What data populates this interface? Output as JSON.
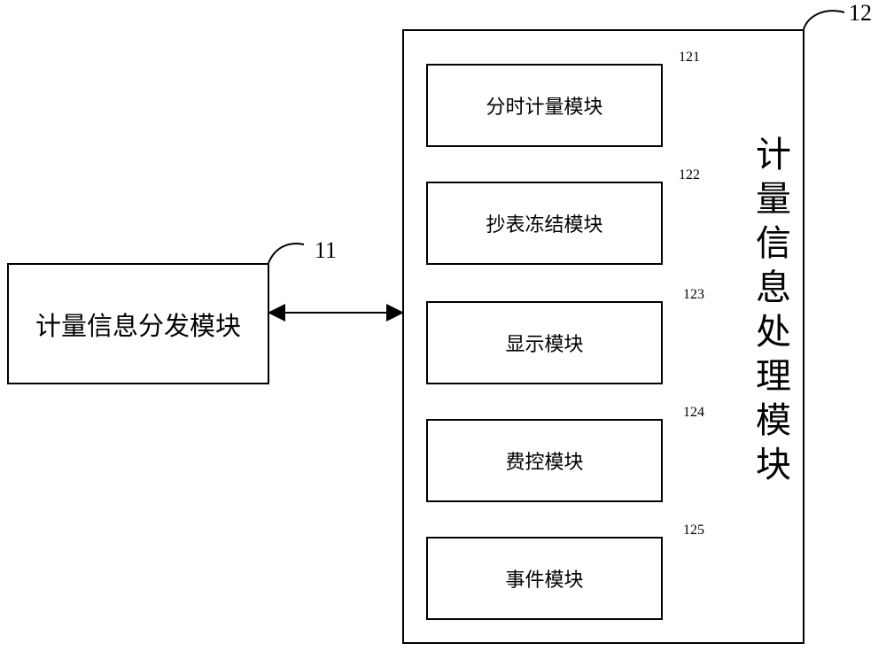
{
  "left_module": {
    "label": "计量信息分发模块",
    "ref": "11"
  },
  "outer_module": {
    "title_chars": [
      "计",
      "量",
      "信",
      "息",
      "处",
      "理",
      "模",
      "块"
    ],
    "ref": "12"
  },
  "sub_modules": [
    {
      "label": "分时计量模块",
      "ref": "121"
    },
    {
      "label": "抄表冻结模块",
      "ref": "122"
    },
    {
      "label": "显示模块",
      "ref": "123"
    },
    {
      "label": "费控模块",
      "ref": "124"
    },
    {
      "label": "事件模块",
      "ref": "125"
    }
  ]
}
